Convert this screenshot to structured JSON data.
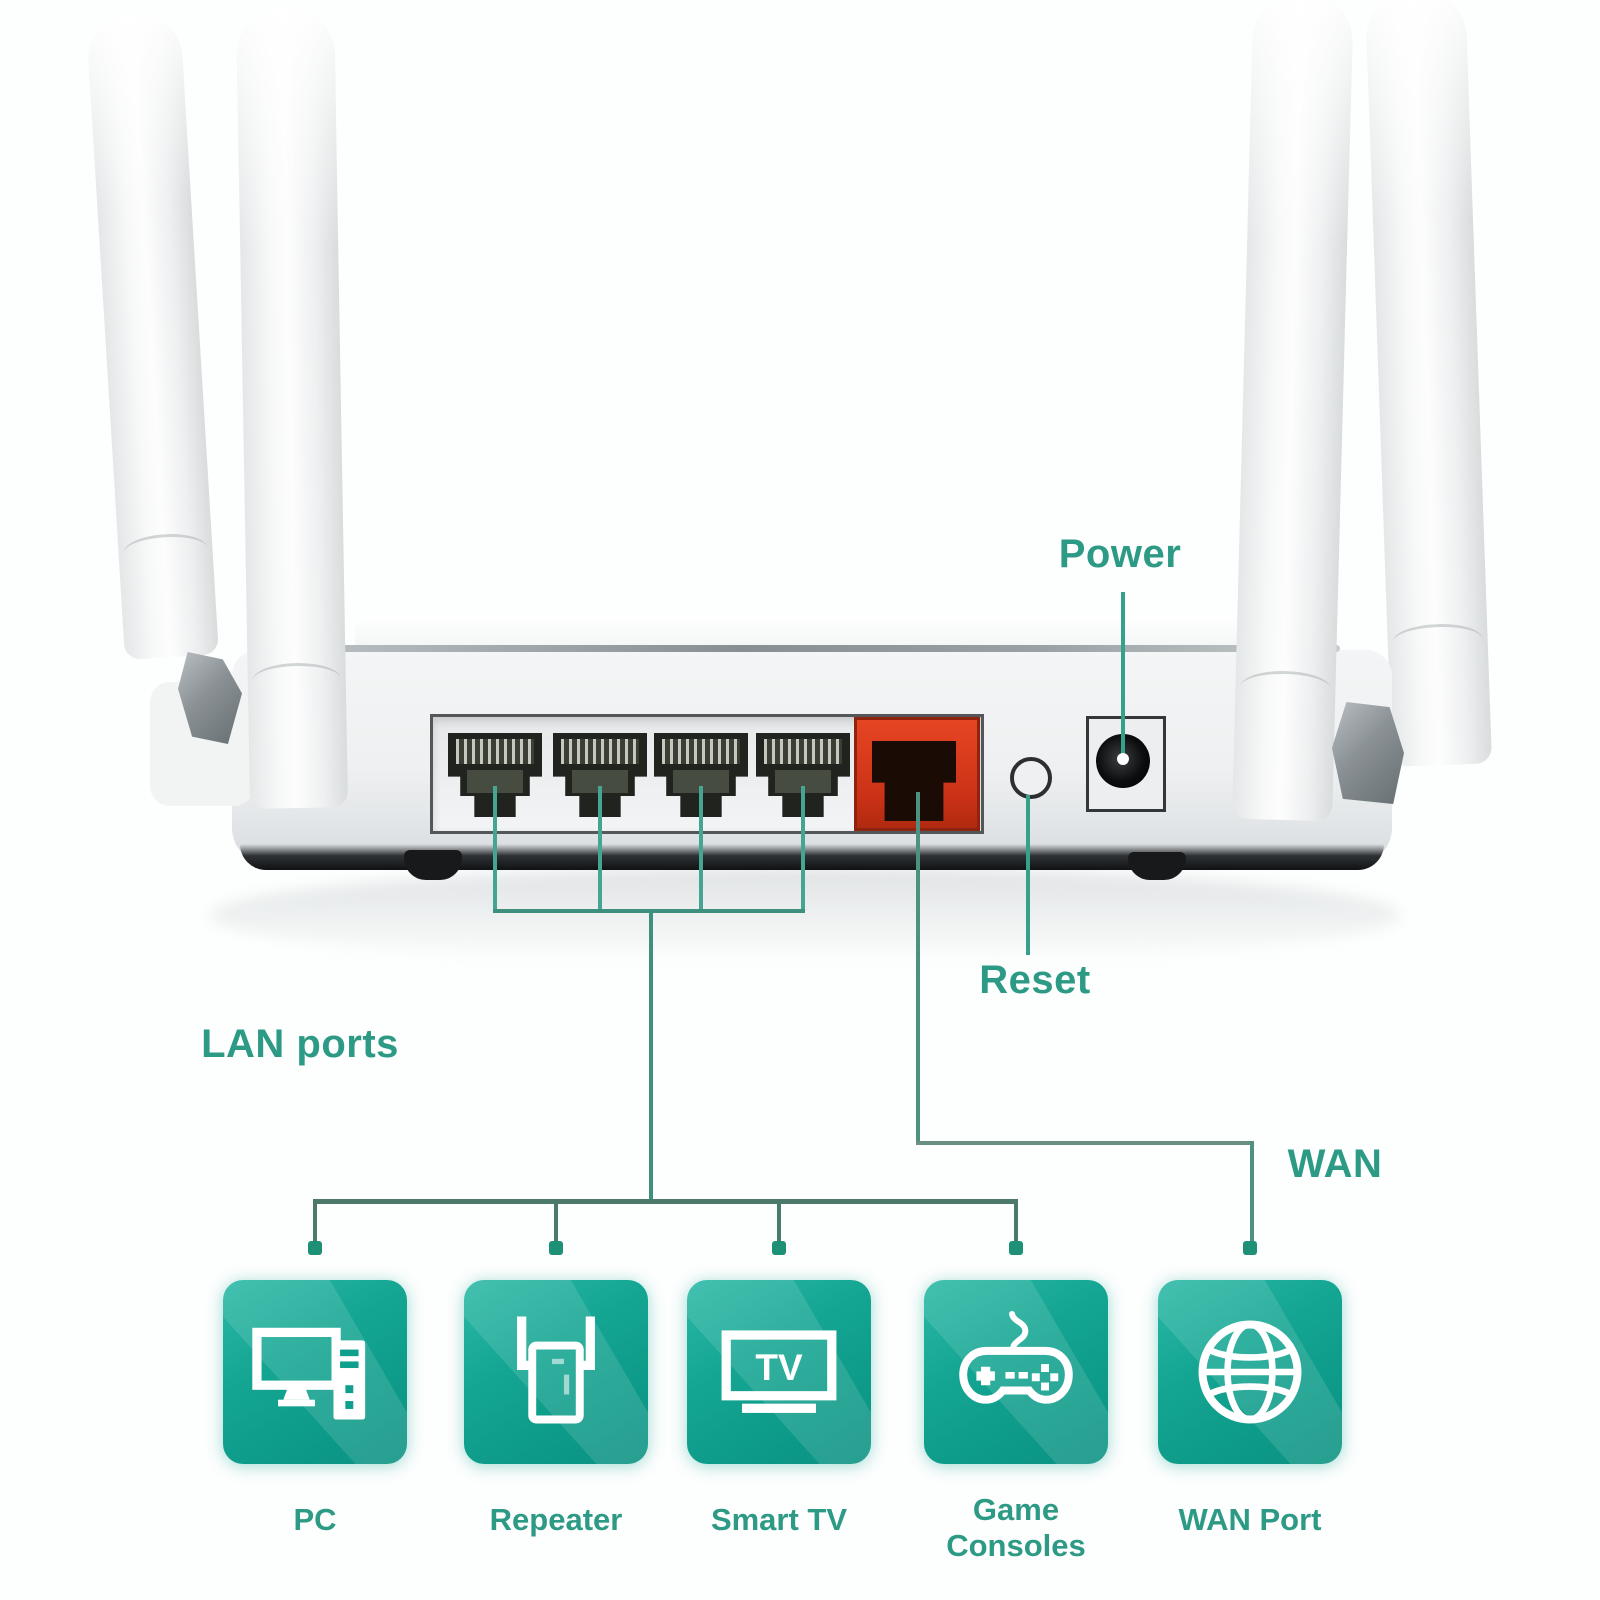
{
  "labels": {
    "power": "Power",
    "reset": "Reset",
    "lan_ports": "LAN ports",
    "wan": "WAN"
  },
  "devices": [
    {
      "icon": "pc-icon",
      "label": "PC"
    },
    {
      "icon": "repeater-icon",
      "label": "Repeater"
    },
    {
      "icon": "smart-tv-icon",
      "label": "Smart TV",
      "screen_text": "TV"
    },
    {
      "icon": "game-consoles-icon",
      "label": "Game Consoles"
    },
    {
      "icon": "wan-port-icon",
      "label": "WAN Port"
    }
  ],
  "router": {
    "antenna_count": 4,
    "lan_port_count": 4,
    "wan_port_count": 1,
    "has_reset_button": true,
    "has_power_jack": true
  },
  "colors": {
    "label_teal": "#2d9a85",
    "line_teal": "#3aa18c",
    "connector_teal": "#4b7a6b",
    "dot_green": "#1e9076",
    "tile_teal": "#10a08d",
    "wan_port_orange": "#d53a1d"
  }
}
